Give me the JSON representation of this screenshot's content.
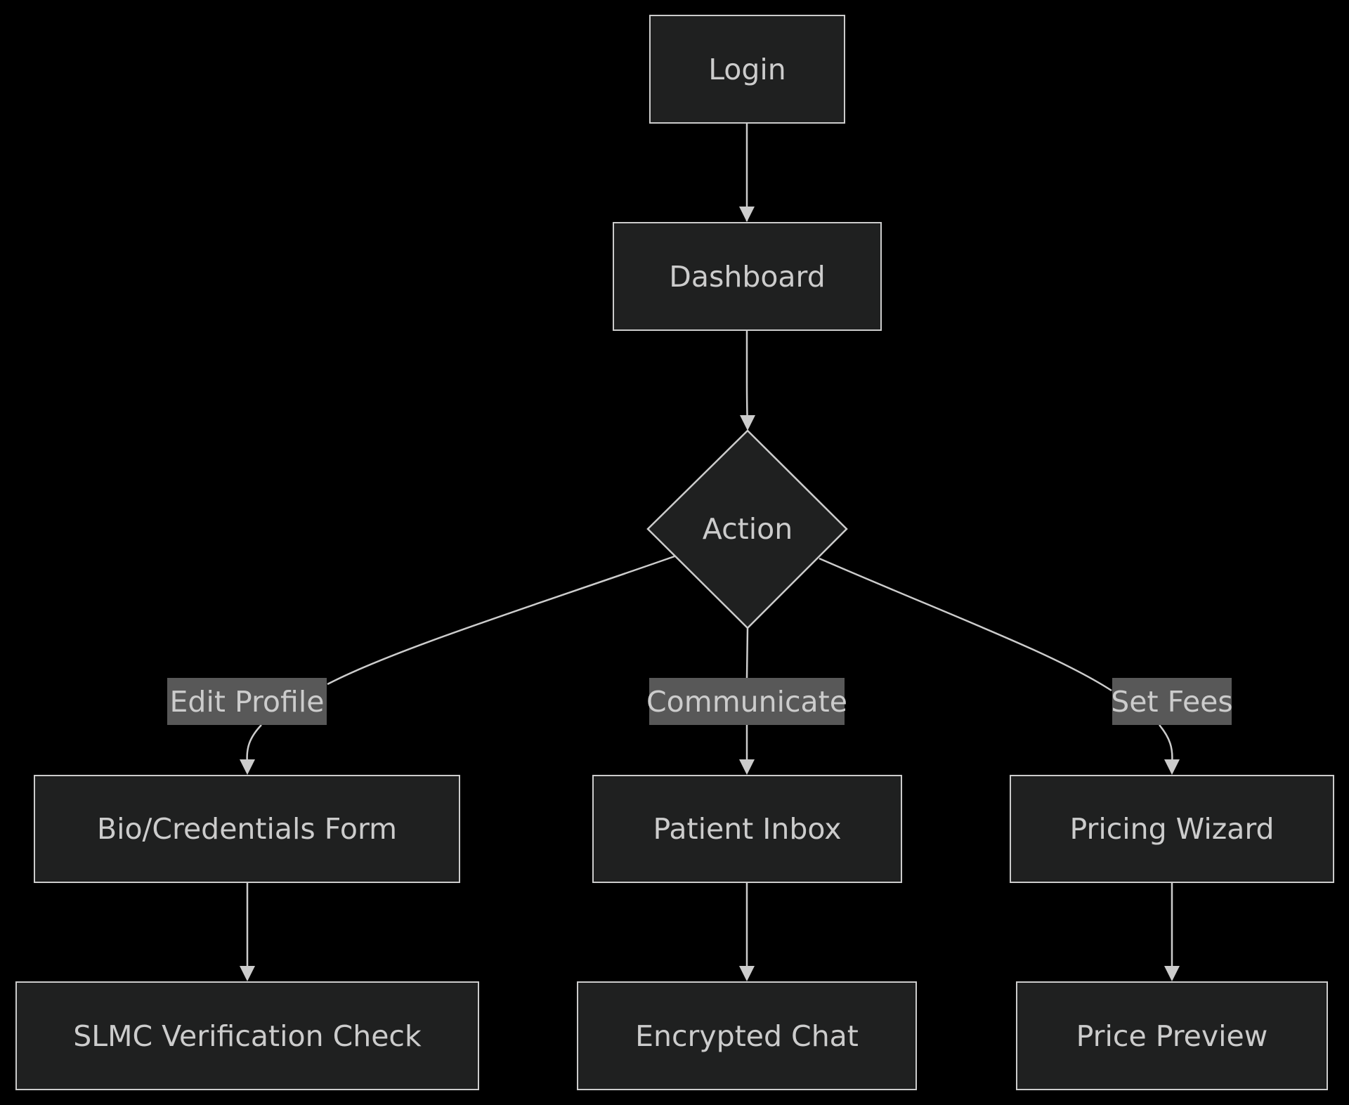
{
  "diagram": {
    "nodes": {
      "login": "Login",
      "dashboard": "Dashboard",
      "action": "Action",
      "bio_form": "Bio/Credentials Form",
      "slmc_check": "SLMC Verification Check",
      "patient_inbox": "Patient Inbox",
      "encrypted_chat": "Encrypted Chat",
      "pricing_wizard": "Pricing Wizard",
      "price_preview": "Price Preview"
    },
    "edge_labels": {
      "edit_profile": "Edit Profile",
      "communicate": "Communicate",
      "set_fees": "Set Fees"
    },
    "colors": {
      "background": "#000000",
      "node_fill": "#1f2020",
      "node_stroke": "#cccccc",
      "text": "#cccccc",
      "edge_label_bg": "#585858"
    }
  }
}
